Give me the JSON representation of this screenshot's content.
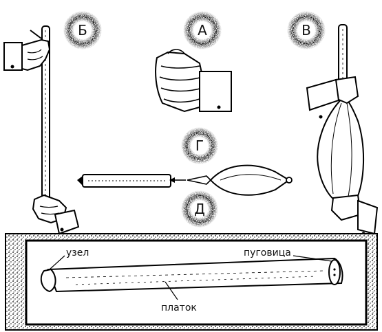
{
  "panels": {
    "a": "А",
    "b": "Б",
    "v": "В",
    "g": "Г",
    "d": "Д"
  },
  "callouts": {
    "knot": "узел",
    "button": "пуговица",
    "handkerchief": "платок"
  }
}
